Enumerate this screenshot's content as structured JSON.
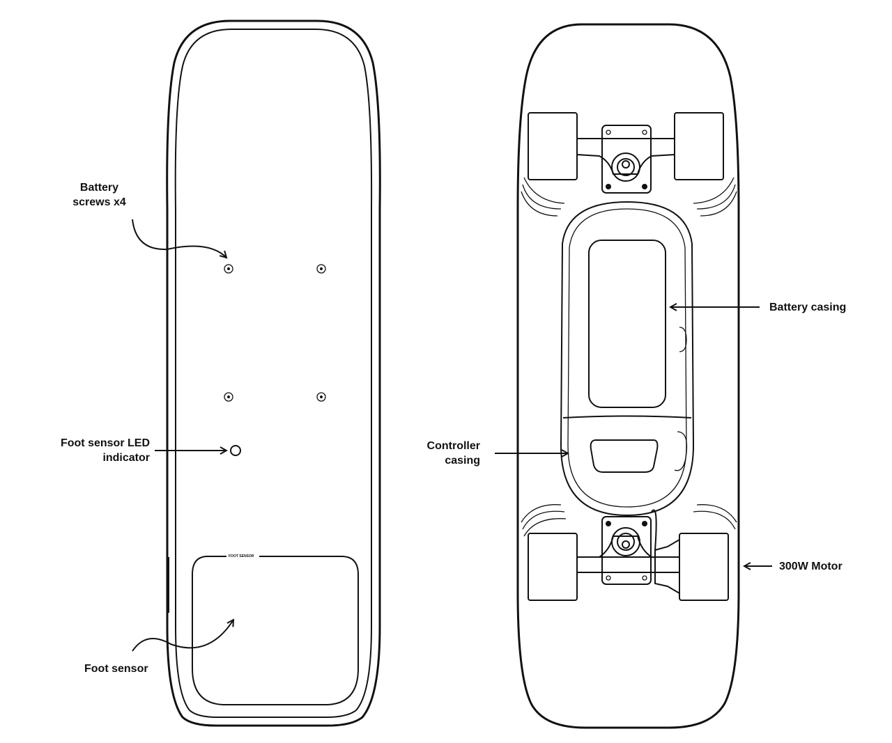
{
  "title": "Electric skateboard top and bottom views",
  "top_view": {
    "deck_print": "FOOT SENSOR",
    "labels": {
      "battery_screws_line1": "Battery",
      "battery_screws_line2": "screws x4",
      "foot_led_line1": "Foot sensor LED",
      "foot_led_line2": "indicator",
      "foot_sensor": "Foot sensor"
    }
  },
  "bottom_view": {
    "labels": {
      "battery_casing": "Battery casing",
      "controller_line1": "Controller",
      "controller_line2": "casing",
      "motor": "300W Motor"
    }
  }
}
